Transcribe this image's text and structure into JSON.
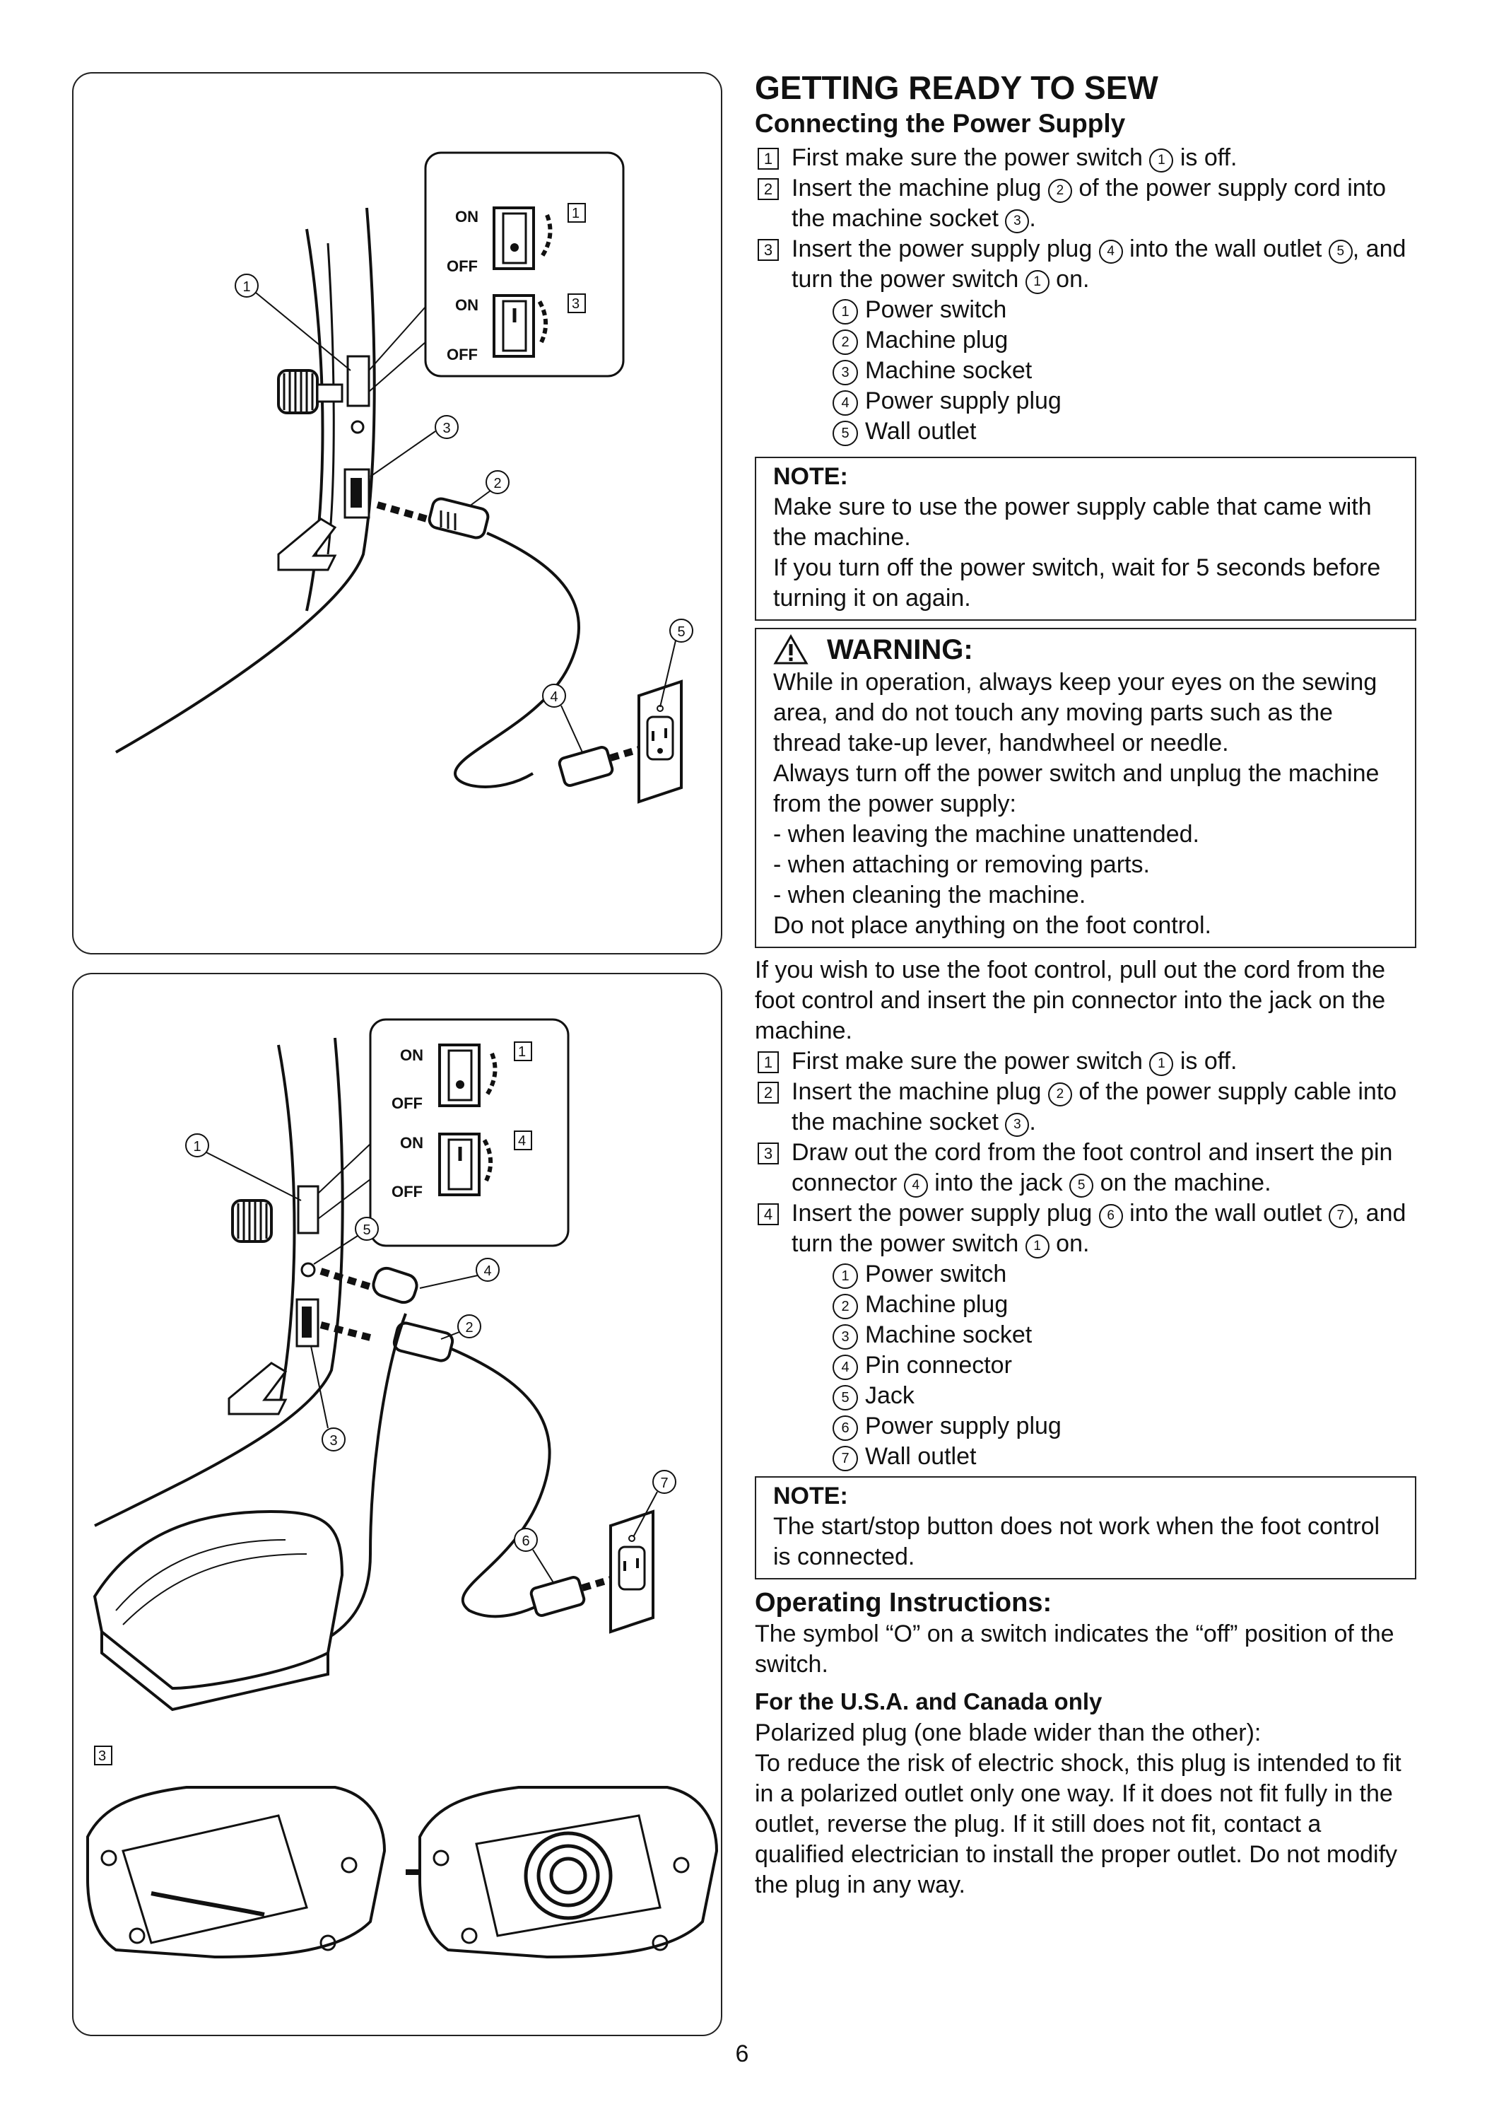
{
  "title": "GETTING READY TO SEW",
  "section1": {
    "heading": "Connecting the Power Supply",
    "steps": [
      {
        "n": "1",
        "pre": "First make sure the power switch",
        "c1": "1",
        "post": "is off."
      },
      {
        "n": "2",
        "pre": "Insert the machine plug",
        "c1": "2",
        "mid": "of the power supply cord into the machine socket",
        "c2": "3",
        "post": "."
      },
      {
        "n": "3",
        "pre": "Insert the power supply plug",
        "c1": "4",
        "mid": "into the wall outlet",
        "c2": "5",
        "mid2": ", and turn the power switch",
        "c3": "1",
        "post": "on."
      }
    ],
    "legend": [
      {
        "n": "1",
        "label": "Power switch"
      },
      {
        "n": "2",
        "label": "Machine plug"
      },
      {
        "n": "3",
        "label": "Machine socket"
      },
      {
        "n": "4",
        "label": "Power supply plug"
      },
      {
        "n": "5",
        "label": "Wall outlet"
      }
    ]
  },
  "note1": {
    "title": "NOTE:",
    "lines": [
      "Make sure to use the power supply cable that came with the machine.",
      "If you turn off the power switch, wait for 5 seconds before turning it on again."
    ]
  },
  "warning": {
    "title": "WARNING:",
    "lines": [
      "While in operation, always keep your eyes on the sewing area, and do not touch any moving parts such as the thread take-up lever, handwheel or needle.",
      "Always turn off the power switch and unplug the machine from the power supply:",
      "- when leaving the machine unattended.",
      "- when attaching or removing parts.",
      "- when cleaning the machine.",
      "Do not place anything on the foot control."
    ]
  },
  "section2": {
    "intro": "If you wish to use the foot control, pull out the cord from the foot control and insert the pin connector into the jack on the machine.",
    "steps": [
      {
        "n": "1",
        "pre": "First make sure the power switch",
        "c1": "1",
        "post": "is off."
      },
      {
        "n": "2",
        "pre": "Insert the machine plug",
        "c1": "2",
        "mid": "of the power supply cable into the machine socket",
        "c2": "3",
        "post": "."
      },
      {
        "n": "3",
        "pre": "Draw out the cord from the foot control and insert the pin connector",
        "c1": "4",
        "mid": "into the jack",
        "c2": "5",
        "post": "on the machine."
      },
      {
        "n": "4",
        "pre": "Insert the power supply plug",
        "c1": "6",
        "mid": "into the wall outlet",
        "c2": "7",
        "mid2": ", and turn the power switch",
        "c3": "1",
        "post": "on."
      }
    ],
    "legend": [
      {
        "n": "1",
        "label": "Power switch"
      },
      {
        "n": "2",
        "label": "Machine plug"
      },
      {
        "n": "3",
        "label": "Machine socket"
      },
      {
        "n": "4",
        "label": "Pin connector"
      },
      {
        "n": "5",
        "label": "Jack"
      },
      {
        "n": "6",
        "label": "Power supply plug"
      },
      {
        "n": "7",
        "label": "Wall outlet"
      }
    ]
  },
  "note2": {
    "title": "NOTE:",
    "text": "The start/stop button does not work when the foot control is connected."
  },
  "operating": {
    "heading": "Operating Instructions:",
    "text": "The symbol “O” on a switch indicates the “off” position of the switch.",
    "subheading": "For the U.S.A. and Canada only",
    "lines": [
      "Polarized plug (one blade wider than the other):",
      "To reduce the risk of electric shock, this plug is intended to fit in a polarized outlet only one way. If it does not fit fully in the outlet, reverse the plug. If it still does not fit, contact a qualified electrician to install the proper outlet. Do not modify the plug in any way."
    ]
  },
  "figure1": {
    "switch_on": "ON",
    "switch_off": "OFF",
    "step_marks": [
      "1",
      "3"
    ],
    "callouts": [
      "1",
      "2",
      "3",
      "4",
      "5"
    ]
  },
  "figure2": {
    "switch_on": "ON",
    "switch_off": "OFF",
    "step_marks": [
      "1",
      "4"
    ],
    "callouts": [
      "1",
      "2",
      "3",
      "4",
      "5",
      "6",
      "7"
    ],
    "sub_step": "3"
  },
  "page_number": "6"
}
